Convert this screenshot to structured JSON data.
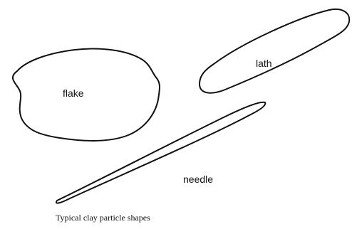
{
  "diagram": {
    "shapes": [
      {
        "id": "flake",
        "label": "flake"
      },
      {
        "id": "lath",
        "label": "lath"
      },
      {
        "id": "needle",
        "label": "needle"
      }
    ],
    "caption": "Typical clay particle shapes"
  }
}
